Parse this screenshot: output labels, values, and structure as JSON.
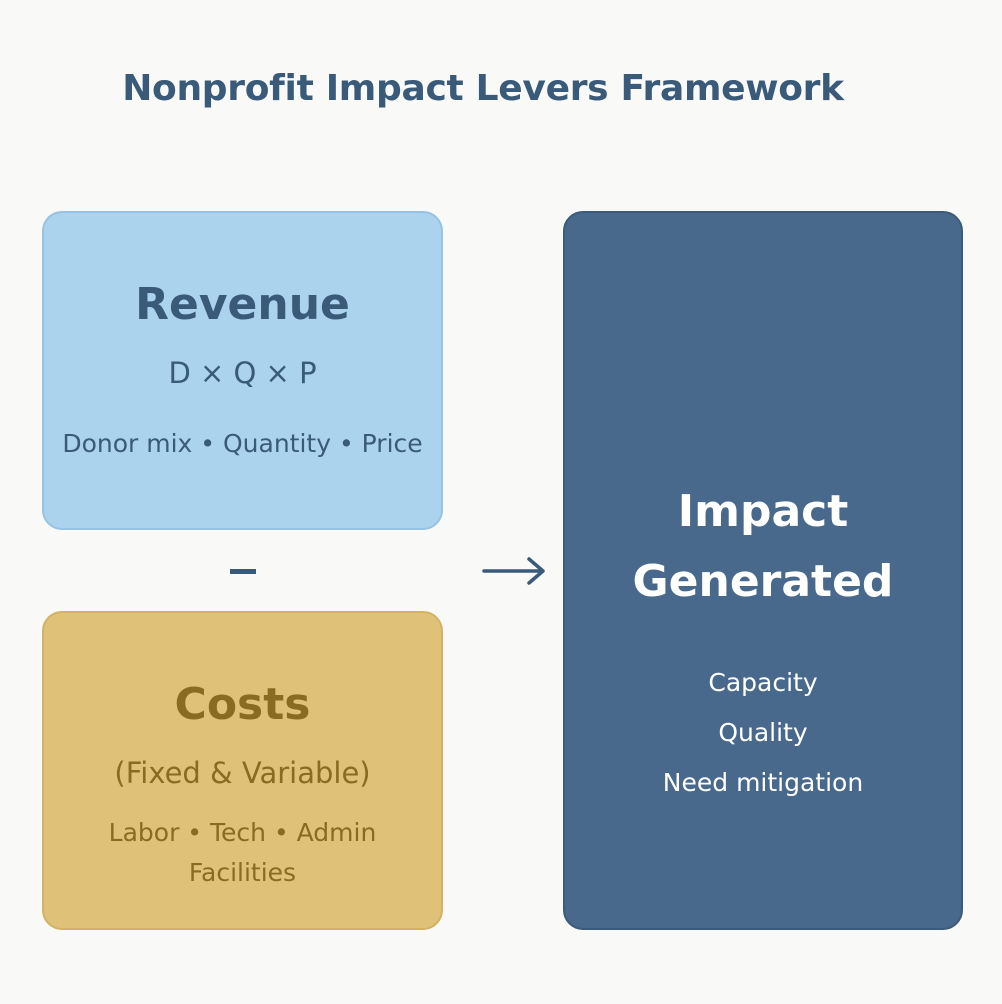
{
  "title": "Nonprofit Impact Levers Framework",
  "revenue": {
    "title": "Revenue",
    "formula": "D × Q × P",
    "detail": "Donor mix • Quantity • Price"
  },
  "costs": {
    "title": "Costs",
    "subtitle": "(Fixed & Variable)",
    "detail_line1": "Labor • Tech • Admin",
    "detail_line2": "Facilities"
  },
  "impact": {
    "title_line1": "Impact",
    "title_line2": "Generated",
    "outputs": [
      "Capacity",
      "Quality",
      "Need mitigation"
    ]
  },
  "operators": {
    "minus_icon": "minus-sign",
    "arrow_icon": "right-arrow"
  },
  "colors": {
    "title_text": "#3a5a7a",
    "revenue_fill": "#acd3ee",
    "costs_fill": "#dfc278",
    "costs_text": "#8a6b22",
    "impact_fill": "#48698b",
    "background": "#f9f9f8"
  }
}
